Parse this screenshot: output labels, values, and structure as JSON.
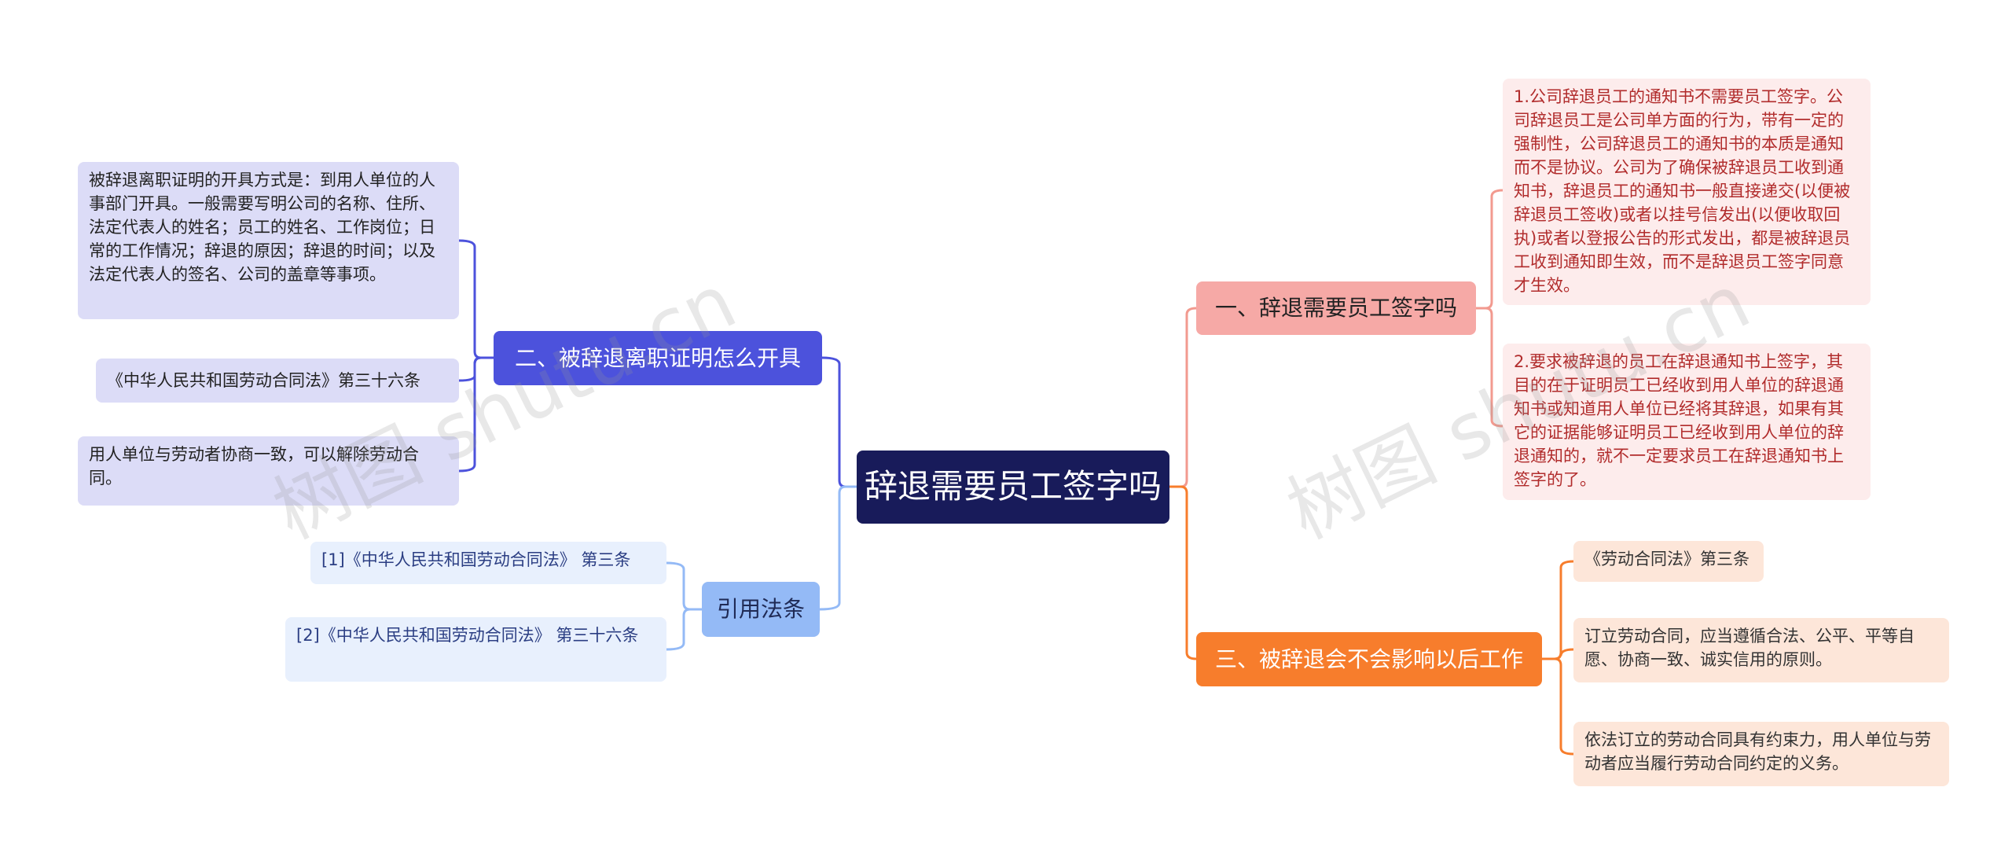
{
  "root": {
    "title": "辞退需要员工签字吗"
  },
  "left": {
    "certificate": {
      "label": "二、被辞退离职证明怎么开具",
      "leaves": [
        "被辞退离职证明的开具方式是：到用人单位的人事部门开具。一般需要写明公司的名称、住所、法定代表人的姓名；员工的姓名、工作岗位；日常的工作情况；辞退的原因；辞退的时间；以及法定代表人的签名、公司的盖章等事项。",
        "《中华人民共和国劳动合同法》第三十六条",
        "用人单位与劳动者协商一致，可以解除劳动合同。"
      ]
    },
    "citations": {
      "label": "引用法条",
      "leaves": [
        "[1]《中华人民共和国劳动合同法》 第三条",
        "[2]《中华人民共和国劳动合同法》 第三十六条"
      ]
    }
  },
  "right": {
    "signature": {
      "label": "一、辞退需要员工签字吗",
      "leaves": [
        "1.公司辞退员工的通知书不需要员工签字。公司辞退员工是公司单方面的行为，带有一定的强制性，公司辞退员工的通知书的本质是通知而不是协议。公司为了确保被辞退员工收到通知书，辞退员工的通知书一般直接递交(以便被辞退员工签收)或者以挂号信发出(以便收取回执)或者以登报公告的形式发出，都是被辞退员工收到通知即生效，而不是辞退员工签字同意才生效。",
        "2.要求被辞退的员工在辞退通知书上签字，其目的在于证明员工已经收到用人单位的辞退通知书或知道用人单位已经将其辞退，如果有其它的证据能够证明员工已经收到用人单位的辞退通知的，就不一定要求员工在辞退通知书上签字的了。"
      ]
    },
    "future_work": {
      "label": "三、被辞退会不会影响以后工作",
      "leaves": [
        "《劳动合同法》第三条",
        "订立劳动合同，应当遵循合法、公平、平等自愿、协商一致、诚实信用的原则。",
        "依法订立的劳动合同具有约束力，用人单位与劳动者应当履行劳动合同约定的义务。"
      ]
    }
  },
  "colors": {
    "root": "#181b5a",
    "certificate": "#4c52dc",
    "citations": "#94baf6",
    "signature": "#f6a9a6",
    "future_work": "#f77d2c"
  },
  "watermarks": [
    "树图 shutu.cn",
    "树图 shutu.cn"
  ]
}
